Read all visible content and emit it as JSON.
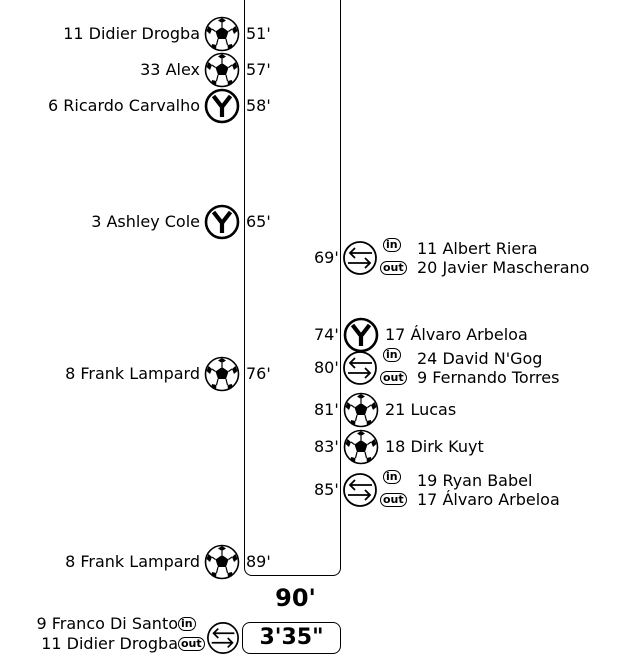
{
  "full_time": {
    "label": "90'",
    "added_time": "3'35\""
  },
  "home_events": [
    {
      "type": "goal",
      "player": "11 Didier Drogba",
      "minute": "51'"
    },
    {
      "type": "goal",
      "player": "33  Alex",
      "minute": "57'"
    },
    {
      "type": "yellow",
      "player": "6 Ricardo Carvalho",
      "minute": "58'"
    },
    {
      "type": "yellow",
      "player": "3 Ashley Cole",
      "minute": "65'"
    },
    {
      "type": "goal",
      "player": "8 Frank Lampard",
      "minute": "76'"
    },
    {
      "type": "goal",
      "player": "8 Frank Lampard",
      "minute": "89'"
    }
  ],
  "away_events": [
    {
      "type": "sub",
      "minute": "69'",
      "in": "11 Albert Riera",
      "out": "20 Javier Mascherano"
    },
    {
      "type": "yellow",
      "minute": "74'",
      "player": "17 Álvaro Arbeloa"
    },
    {
      "type": "sub",
      "minute": "80'",
      "in": "24 David N'Gog",
      "out": "9 Fernando Torres"
    },
    {
      "type": "goal",
      "minute": "81'",
      "player": "21  Lucas"
    },
    {
      "type": "goal",
      "minute": "83'",
      "player": "18 Dirk Kuyt"
    },
    {
      "type": "sub",
      "minute": "85'",
      "in": "19 Ryan Babel",
      "out": "17 Álvaro Arbeloa"
    }
  ],
  "home_stoppage_sub": {
    "in": "9 Franco Di Santo",
    "out": "11 Didier Drogba"
  },
  "badges": {
    "in": "in",
    "out": "out"
  }
}
